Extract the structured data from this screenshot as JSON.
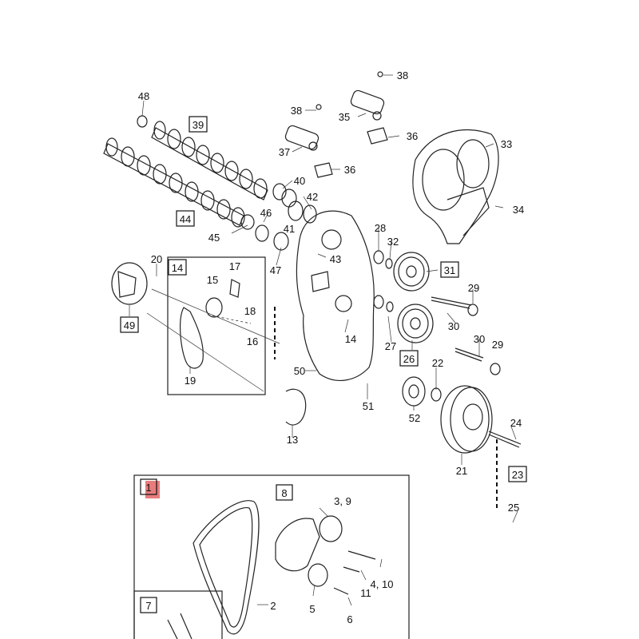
{
  "callouts": [
    "48",
    "39",
    "38",
    "35",
    "36",
    "38",
    "37",
    "36",
    "33",
    "40",
    "42",
    "44",
    "46",
    "41",
    "45",
    "34",
    "28",
    "32",
    "47",
    "43",
    "31",
    "20",
    "14",
    "17",
    "15",
    "18",
    "29",
    "49",
    "16",
    "30",
    "14",
    "30",
    "29",
    "27",
    "26",
    "22",
    "19",
    "50",
    "51",
    "52",
    "24",
    "13",
    "21",
    "23",
    "1",
    "8",
    "3, 9",
    "25",
    "2",
    "5",
    "11",
    "4, 10",
    "6",
    "7"
  ],
  "boxed": [
    "39",
    "44",
    "31",
    "14",
    "49",
    "26",
    "23",
    "1",
    "8",
    "7"
  ],
  "highlight_color": "#e05050"
}
